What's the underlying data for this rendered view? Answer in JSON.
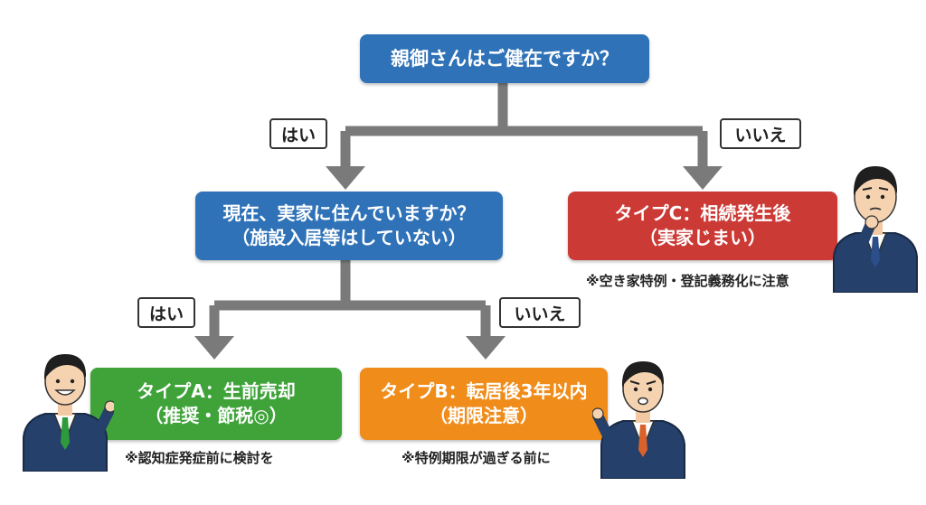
{
  "colors": {
    "blue": "#2f72b8",
    "red": "#cc3a36",
    "green": "#3fa33a",
    "orange": "#f08c1a",
    "connector": "#7a7a7a"
  },
  "flowchart": {
    "q1": "親御さんはご健在ですか？",
    "q2_line1": "現在、実家に住んでいますか？",
    "q2_line2": "（施設入居等はしていない）",
    "yes_label": "はい",
    "no_label": "いいえ",
    "type_a_line1": "タイプA：生前売却",
    "type_a_line2": "（推奨・節税◎）",
    "type_a_note": "※認知症発症前に検討を",
    "type_b_line1": "タイプB：転居後3年以内",
    "type_b_line2": "（期限注意）",
    "type_b_note": "※特例期限が過ぎる前に",
    "type_c_line1": "タイプC：相続発生後",
    "type_c_line2": "（実家じまい）",
    "type_c_note": "※空き家特例・登記義務化に注意"
  }
}
